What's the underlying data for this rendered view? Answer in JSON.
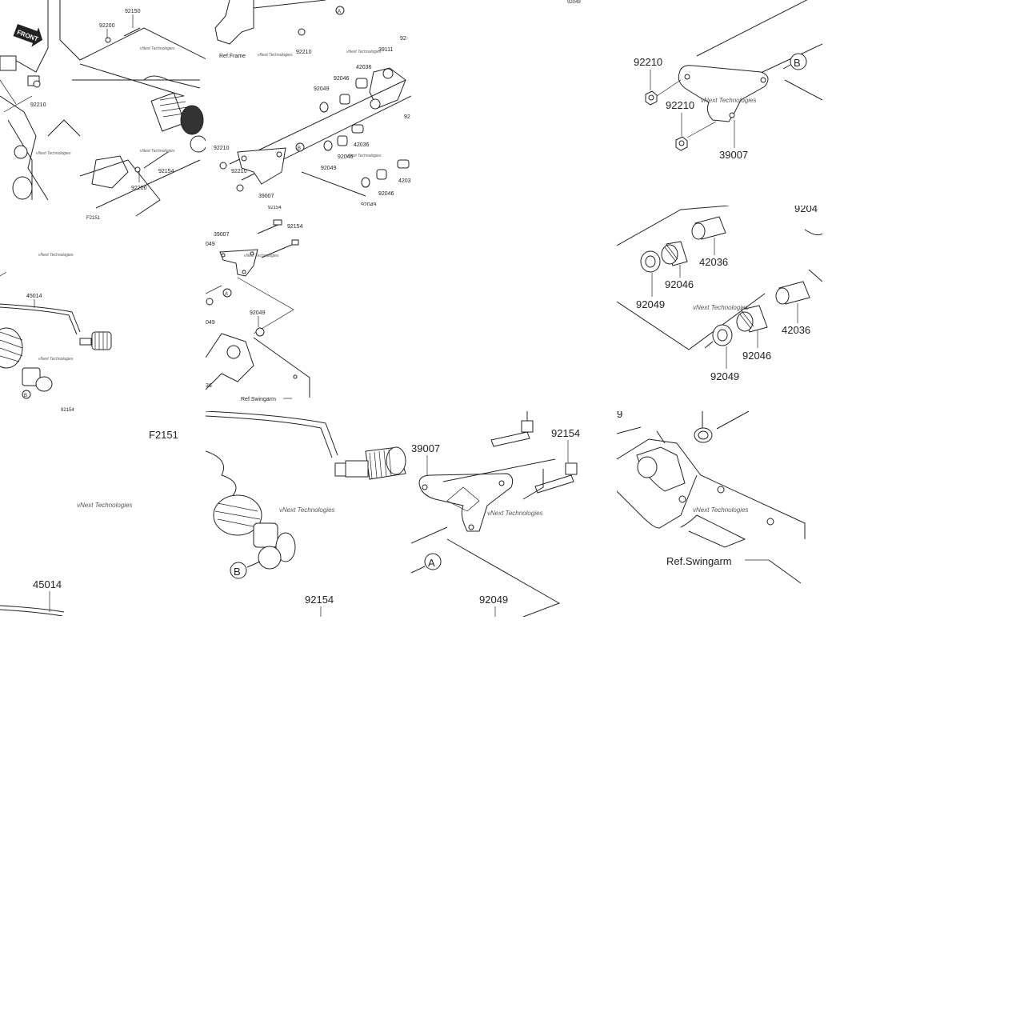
{
  "page": {
    "background": "#ffffff"
  },
  "tile_overview_left": {
    "front_label": "FRONT",
    "callouts": {
      "a": "92150",
      "b": "92200",
      "c": "92210",
      "d": "92154",
      "e": "92200"
    },
    "watermark": "vNext Technologies",
    "fig": "F2151"
  },
  "tile_overview_mid": {
    "ref_frame": "Ref.Frame",
    "callouts": {
      "a": "92210",
      "b": "39111",
      "c": "42036",
      "d": "92046",
      "e": "92049",
      "f": "92210",
      "g": "92210",
      "h": "39007",
      "i": "42036",
      "j": "92046",
      "k": "92049",
      "l": "92049",
      "m": "92046",
      "n": "4203",
      "o": "92049",
      "p": "92-",
      "q": "92"
    },
    "circle_a": "A",
    "circle_b": "B",
    "watermark": "vNext Technologies"
  },
  "tile_top_stub": {
    "label": "92049"
  },
  "tile_bracket_top": {
    "labels": {
      "a": "92210",
      "b": "92210",
      "c": "39007"
    },
    "circle_b": "B",
    "watermark": "vNext Technologies"
  },
  "tile_shock_small": {
    "label_45014": "45014",
    "label_92154": "92154",
    "circle_b": "B",
    "watermark": "vNext Technologies"
  },
  "tile_bracket_small": {
    "labels": {
      "a": "92154",
      "b": "39007",
      "c": "92154",
      "d": "92049",
      "e": "049",
      "f": "36",
      "g": "049"
    },
    "circle_a": "A",
    "ref": "Ref.Swingarm",
    "watermark": "vNext Technologies"
  },
  "tile_bushings": {
    "labels": {
      "a": "42036",
      "b": "92046",
      "c": "92049",
      "d": "42036",
      "e": "92046",
      "f": "92049",
      "g": "9204"
    },
    "watermark": "vNext Technologies"
  },
  "tile_fig_label": {
    "fig": "F2151",
    "label_45014": "45014",
    "watermark": "vNext Technologies"
  },
  "tile_shock_large": {
    "circle_b": "B",
    "label_92154": "92154",
    "watermark": "vNext Technologies"
  },
  "tile_bracket_large": {
    "label_39007": "39007",
    "label_92154": "92154",
    "label_92049": "92049",
    "circle_a": "A",
    "watermark": "vNext Technologies"
  },
  "tile_swingarm": {
    "ref": "Ref.Swingarm",
    "label_9": "9",
    "watermark": "vNext Technologies"
  }
}
